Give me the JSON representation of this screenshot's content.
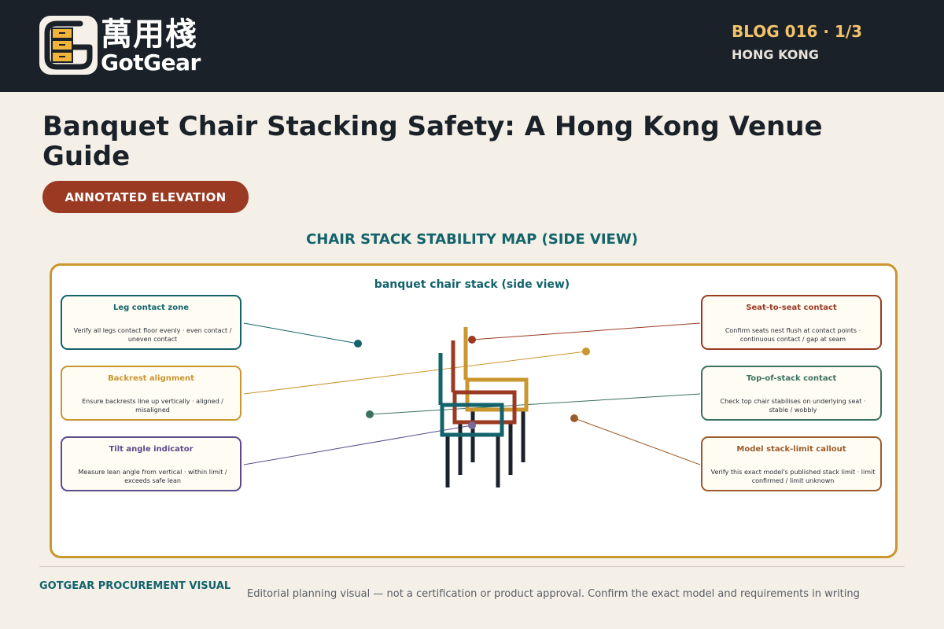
{
  "header": {
    "logo_cn": "萬用棧",
    "logo_en": "GotGear",
    "blog_number": "BLOG 016 · 1/3",
    "location": "HONG KONG"
  },
  "title": "Banquet Chair Stacking Safety: A Hong Kong Venue Guide",
  "badge": "ANNOTATED ELEVATION",
  "section_title": "CHAIR STACK STABILITY MAP (SIDE VIEW)",
  "diagram": {
    "title": "banquet chair stack (side view)",
    "callouts": [
      {
        "title": "Leg contact zone",
        "body": "Verify all legs contact floor evenly · even contact / uneven contact",
        "color": "#12636b"
      },
      {
        "title": "Backrest alignment",
        "body": "Ensure backrests line up vertically · aligned / misaligned",
        "color": "#c9962f"
      },
      {
        "title": "Tilt angle indicator",
        "body": "Measure lean angle from vertical · within limit / exceeds safe lean",
        "color": "#5c4a8a"
      },
      {
        "title": "Seat-to-seat contact",
        "body": "Confirm seats nest flush at contact points · continuous contact / gap at seam",
        "color": "#9a3a22"
      },
      {
        "title": "Top-of-stack contact",
        "body": "Check top chair stabilises on underlying seat · stable / wobbly",
        "color": "#3b7160"
      },
      {
        "title": "Model stack-limit callout",
        "body": "Verify this exact model's published stack limit · limit confirmed / limit unknown",
        "color": "#9a5c2c"
      }
    ]
  },
  "footer": {
    "brand": "GOTGEAR PROCUREMENT VISUAL",
    "note": "Editorial planning visual — not a certification or product approval. Confirm the exact model and requirements in writing"
  }
}
